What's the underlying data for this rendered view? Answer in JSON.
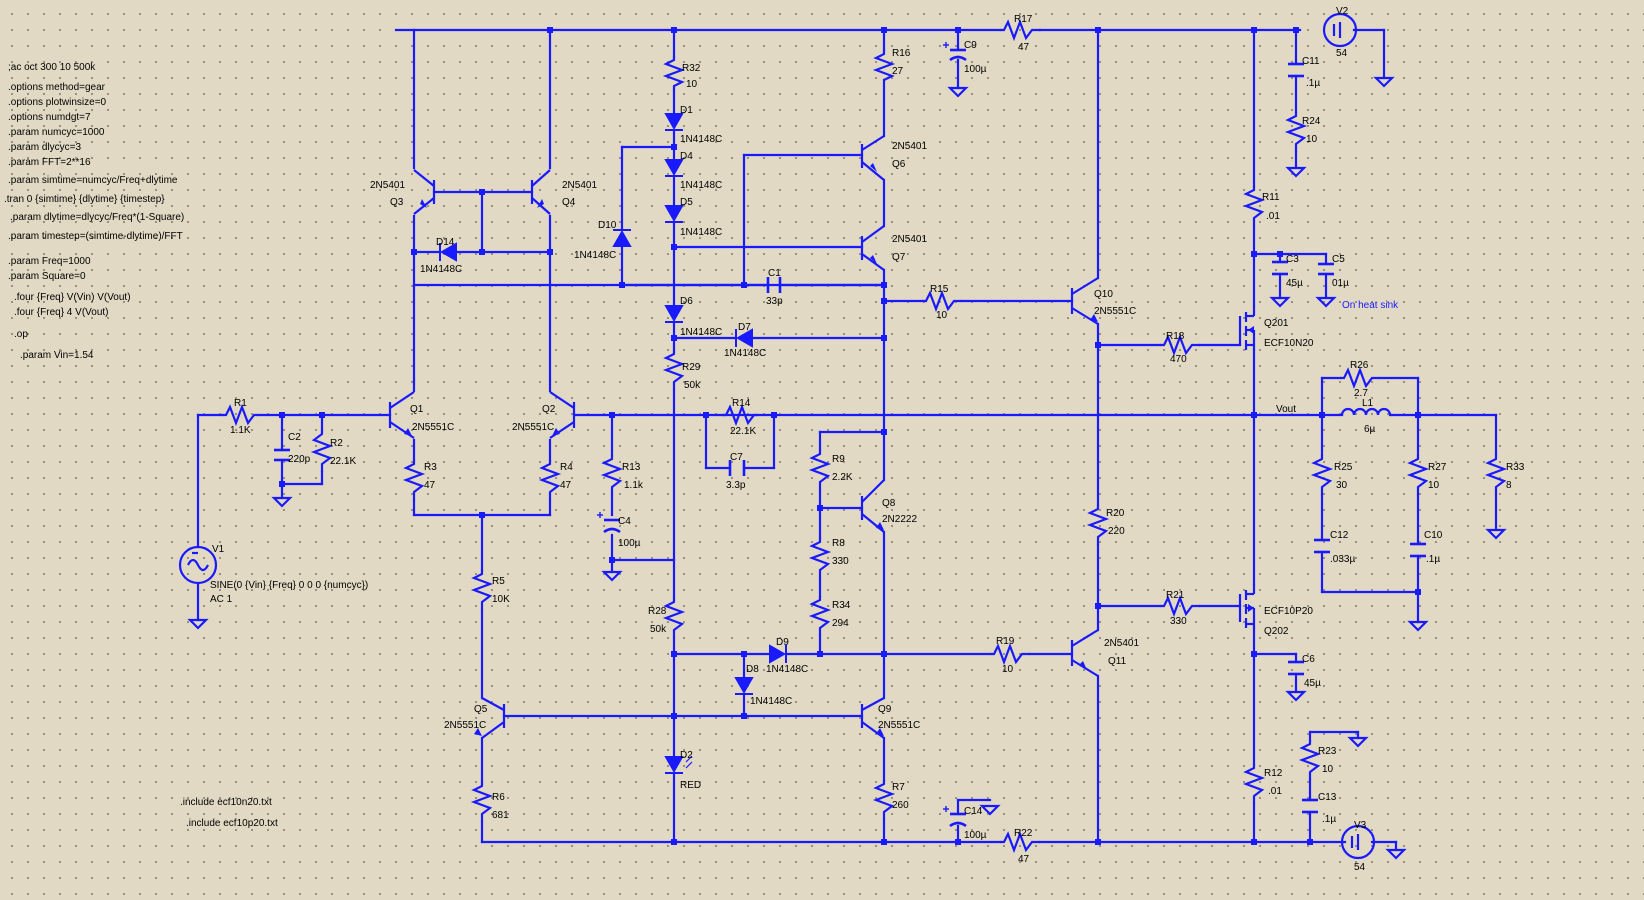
{
  "directives": [
    ";ac oct 300 10 500k",
    ".options method=gear",
    ".options plotwinsize=0",
    ".options numdgt=7",
    ".param numcyc=1000",
    ".param dlycyc=3",
    ".param FFT=2**16",
    ".param simtime=numcyc/Freq+dlytime",
    ".tran 0 {simtime} {dlytime} {timestep}",
    ".param dlytime=dlycyc/Freq*(1-Square)",
    ".param timestep=(simtime-dlytime)/FFT",
    ".param Freq=1000",
    ".param Square=0",
    ".four {Freq} V(Vin) V(Vout)",
    ".four {Freq} 4 V(Vout)",
    ".op",
    ".param Vin=1.54",
    ".include ecf10n20.txt",
    ".include ecf10p20.txt"
  ],
  "components": {
    "R1": {
      "name": "R1",
      "value": "1.1K"
    },
    "R2": {
      "name": "R2",
      "value": "22.1K"
    },
    "R3": {
      "name": "R3",
      "value": "47"
    },
    "R4": {
      "name": "R4",
      "value": "47"
    },
    "R5": {
      "name": "R5",
      "value": "10K"
    },
    "R6": {
      "name": "R6",
      "value": "681"
    },
    "R7": {
      "name": "R7",
      "value": "260"
    },
    "R8": {
      "name": "R8",
      "value": "330"
    },
    "R9": {
      "name": "R9",
      "value": "2.2K"
    },
    "R11": {
      "name": "R11",
      "value": ".01"
    },
    "R12": {
      "name": "R12",
      "value": ".01"
    },
    "R13": {
      "name": "R13",
      "value": "1.1k"
    },
    "R14": {
      "name": "R14",
      "value": "22.1K"
    },
    "R15": {
      "name": "R15",
      "value": "10"
    },
    "R16": {
      "name": "R16",
      "value": "27"
    },
    "R17": {
      "name": "R17",
      "value": "47"
    },
    "R18": {
      "name": "R18",
      "value": "470"
    },
    "R19": {
      "name": "R19",
      "value": "10"
    },
    "R20": {
      "name": "R20",
      "value": "220"
    },
    "R21": {
      "name": "R21",
      "value": "330"
    },
    "R22": {
      "name": "R22",
      "value": "47"
    },
    "R23": {
      "name": "R23",
      "value": "10"
    },
    "R24": {
      "name": "R24",
      "value": "10"
    },
    "R25": {
      "name": "R25",
      "value": "30"
    },
    "R26": {
      "name": "R26",
      "value": "2.7"
    },
    "R27": {
      "name": "R27",
      "value": "10"
    },
    "R28": {
      "name": "R28",
      "value": "50k"
    },
    "R29": {
      "name": "R29",
      "value": "50k"
    },
    "R32": {
      "name": "R32",
      "value": "10"
    },
    "R33": {
      "name": "R33",
      "value": "8"
    },
    "R34": {
      "name": "R34",
      "value": "294"
    },
    "C1": {
      "name": "C1",
      "value": "33p"
    },
    "C2": {
      "name": "C2",
      "value": "220p"
    },
    "C3": {
      "name": "C3",
      "value": "45µ"
    },
    "C4": {
      "name": "C4",
      "value": "100µ"
    },
    "C5": {
      "name": "C5",
      "value": "01µ"
    },
    "C6": {
      "name": "C6",
      "value": "45µ"
    },
    "C7": {
      "name": "C7",
      "value": "3.3p"
    },
    "C9": {
      "name": "C9",
      "value": "100µ"
    },
    "C10": {
      "name": "C10",
      "value": ".1µ"
    },
    "C11": {
      "name": "C11",
      "value": ".1µ"
    },
    "C12": {
      "name": "C12",
      "value": ".033µ"
    },
    "C13": {
      "name": "C13",
      "value": ".1µ"
    },
    "C14": {
      "name": "C14",
      "value": "100µ"
    },
    "L1": {
      "name": "L1",
      "value": "6µ"
    },
    "D1": {
      "name": "D1",
      "value": "1N4148C"
    },
    "D4": {
      "name": "D4",
      "value": "1N4148C"
    },
    "D5": {
      "name": "D5",
      "value": "1N4148C"
    },
    "D6": {
      "name": "D6",
      "value": "1N4148C"
    },
    "D7": {
      "name": "D7",
      "value": "1N4148C"
    },
    "D8": {
      "name": "D8",
      "value": "1N4148C"
    },
    "D9": {
      "name": "D9",
      "value": "1N4148C"
    },
    "D10": {
      "name": "D10",
      "value": "1N4148C"
    },
    "D14": {
      "name": "D14",
      "value": "1N4148C"
    },
    "D2": {
      "name": "D2",
      "value": "RED"
    },
    "Q1": {
      "name": "Q1",
      "value": "2N5551C"
    },
    "Q2": {
      "name": "Q2",
      "value": "2N5551C"
    },
    "Q3": {
      "name": "Q3",
      "value": "2N5401"
    },
    "Q4": {
      "name": "Q4",
      "value": "2N5401"
    },
    "Q5": {
      "name": "Q5",
      "value": "2N5551C"
    },
    "Q6": {
      "name": "Q6",
      "value": "2N5401"
    },
    "Q7": {
      "name": "Q7",
      "value": "2N5401"
    },
    "Q8": {
      "name": "Q8",
      "value": "2N2222"
    },
    "Q9": {
      "name": "Q9",
      "value": "2N5551C"
    },
    "Q10": {
      "name": "Q10",
      "value": "2N5551C"
    },
    "Q11": {
      "name": "Q11",
      "value": "2N5401"
    },
    "Q201": {
      "name": "Q201",
      "value": "ECF10N20"
    },
    "Q202": {
      "name": "Q202",
      "value": "ECF10P20"
    },
    "V1": {
      "name": "V1",
      "value": "SINE(0 {Vin} {Freq} 0 0 0 {numcyc})",
      "value2": "AC 1"
    },
    "V2": {
      "name": "V2",
      "value": "54"
    },
    "V3": {
      "name": "V3",
      "value": "54"
    }
  },
  "labels": {
    "vout": "Vout",
    "heatsink": "On heat sink"
  },
  "colors": {
    "wire": "#1a1aff",
    "background": "#e1d9c3"
  }
}
